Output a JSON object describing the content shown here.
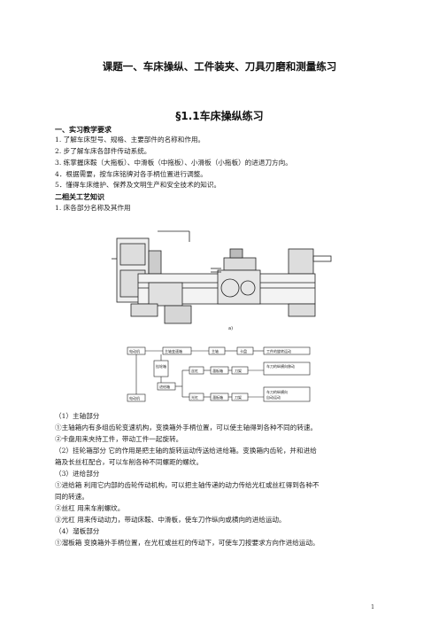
{
  "title": "课题一、车床操纵、工件装夹、刀具刃磨和测量练习",
  "section_title": "§1.1车床操纵练习",
  "heading1": "一、实习教学要求",
  "req": [
    "1.   了解车床型号、规格、主要部件的名称和作用。",
    "2.   步了解车床各部件传动系统。",
    "3.   练掌握床鞍（大拖板）、中滑板（中拖板）、小滑板（小拖板）的进退刀方向。",
    "4．根据需要，按车床铭牌对各手柄位置进行调整。",
    "5．懂得车床维护、保养及文明生产和安全技术的知识。"
  ],
  "heading2": "二相关工艺知识",
  "item1": "1.   床各部分名称及其作用",
  "fig_label_a": "a)",
  "diagram": {
    "n1": "电动机",
    "n2": "主轴变速箱",
    "n3": "主轴",
    "n4": "卡盘",
    "n5": "工件的旋转运动",
    "n6": "挂轮箱",
    "n7": "进给箱",
    "n8": "丝杠",
    "n9": "溜板箱",
    "n10": "刀架",
    "n11": "车刀的纵横向移动",
    "n12": "光杠",
    "n13": "溜板箱",
    "n14": "刀架",
    "n15": "车刀的纵横向",
    "n16": "自动运动",
    "n17": "电动机"
  },
  "body": [
    "（1）主轴部分",
    "①主轴箱内有多组齿轮变速机构，变换箱外手柄位置，可以使主轴得到各种不同的转速。",
    "②卡盘用来夹持工件，带动工件一起旋转。",
    "（2）挂轮箱部分   它的作用是把主轴的旋转运动传送给进给箱。变换箱内齿轮，并和进给",
    "箱及长丝杠配合，可以车削各种不同螺距的螺纹。",
    "（3）进给部分",
    "①进给箱   利用它内部的齿轮传动机构，可以把主轴传递的动力传给光杠或丝杠得到各种不",
    "同的转速。",
    "②丝杠    用来车削螺纹。",
    "③光杠    用来传动动力，带动床鞍、中滑板，使车刀作纵向或横向的进给运动。",
    "（4）溜板部分",
    "①溜板箱    变换箱外手柄位置，在光杠或丝杠的传动下，可使车刀按要求方向作进给运动。"
  ],
  "page_number": "1"
}
